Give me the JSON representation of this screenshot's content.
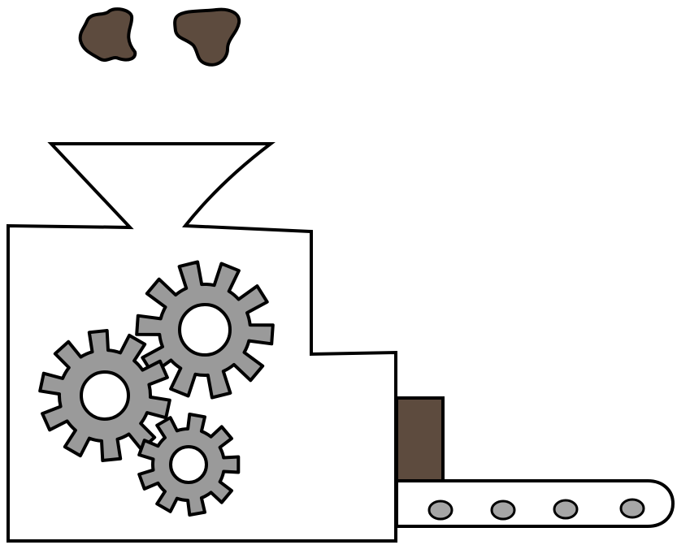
{
  "colors": {
    "outline": "#000000",
    "machine_fill": "#ffffff",
    "gear_fill": "#9a9a9a",
    "gear_hole": "#ffffff",
    "raw_material": "#5d4b3e",
    "output_block": "#5d4b3e",
    "roller_fill": "#a6a6a6",
    "belt_fill": "#ffffff"
  },
  "icons": {
    "raw_lumps": "lump-icon",
    "gears": "gear-icon",
    "hopper": "funnel-icon",
    "output": "block-icon",
    "conveyor": "conveyor-belt-icon"
  },
  "counts": {
    "raw_lumps": 2,
    "gears": 3,
    "output_blocks": 1,
    "conveyor_rollers": 4
  }
}
